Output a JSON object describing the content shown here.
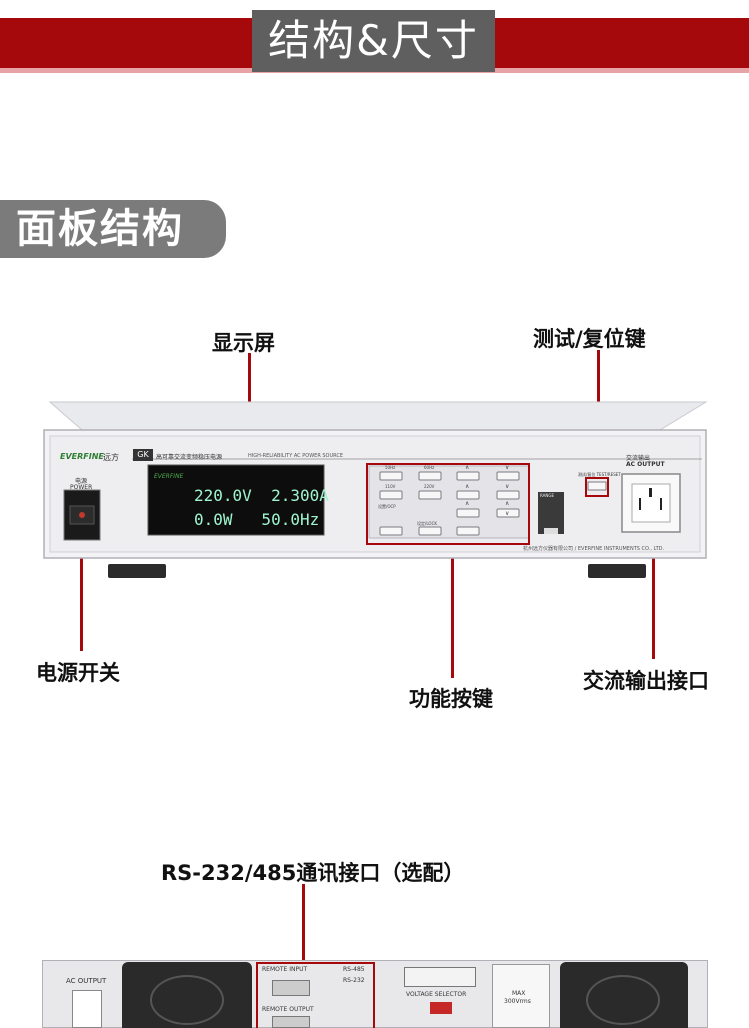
{
  "header": {
    "title": "结构&尺寸"
  },
  "section": {
    "title": "面板结构"
  },
  "front_labels": {
    "display": "显示屏",
    "test_reset": "测试/复位键",
    "power_switch": "电源开关",
    "function_keys": "功能按键",
    "ac_output_port": "交流输出接口"
  },
  "device": {
    "brand": "EVERFINE",
    "brand_cn": "远方",
    "model_badge": "GK",
    "product_cn": "高可靠交流变频稳压电源",
    "product_en": "HIGH-RELIABILITY AC POWER SOURCE",
    "power_cn": "电源",
    "power_en": "POWER",
    "display_top": "220.0V  2.300A",
    "display_bottom": "0.0W   50.0Hz",
    "display_brand": "EVERFINE",
    "output_cn": "交流输出",
    "output_en": "AC OUTPUT",
    "test_reset_label": "测试/复位 TEST/RESET",
    "range_label": "RANGE",
    "footer": "杭州远方仪器有限公司 / EVERFINE INSTRUMENTS CO., LTD.",
    "keys": [
      "50Hz",
      "60Hz",
      "∧",
      "∨",
      "110V",
      "220V",
      "∧",
      "∨",
      "设置/OCP",
      "∧",
      "∧",
      "∨",
      "设定/LOCK"
    ]
  },
  "rear": {
    "label": "RS-232/485通讯接口（选配）",
    "ac_output": "AC OUTPUT",
    "remote_input": "REMOTE INPUT",
    "remote_output": "REMOTE OUTPUT",
    "rs485": "RS-485",
    "rs232": "RS-232",
    "voltage_selector": "VOLTAGE SELECTOR",
    "max": "MAX",
    "max_value": "300Vrms"
  }
}
